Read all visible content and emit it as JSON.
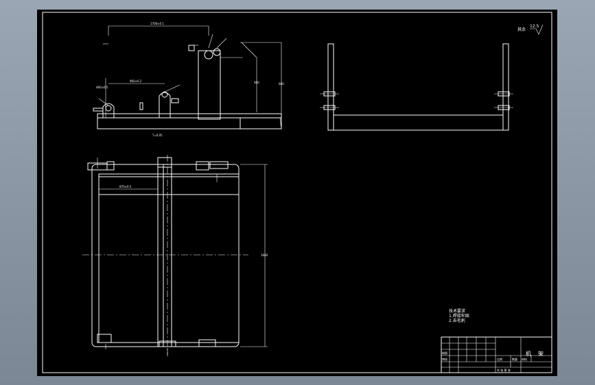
{
  "drawing": {
    "roughness_label": "其余",
    "roughness_value": "12.5",
    "dim_top_overall": "1700±0.1",
    "dim_mid_len": "960±0.2",
    "dim_base": "T=0.05",
    "dim_height_left": "460±0.5",
    "dim_height_right": "680",
    "dim_side": "400",
    "dim_plan_width": "870±0.5",
    "dim_plan_height": "1640",
    "notes_title": "技术要求",
    "notes_line1": "1.焊接牢固",
    "notes_line2": "2.去毛刺",
    "title_block": {
      "part_name_1": "机",
      "part_name_2": "架",
      "label_scale": "比例",
      "label_count": "数量",
      "label_material": "材料",
      "label_drawn": "制图",
      "label_checked": "审核",
      "label_sheet": "共 张 第 张"
    }
  }
}
